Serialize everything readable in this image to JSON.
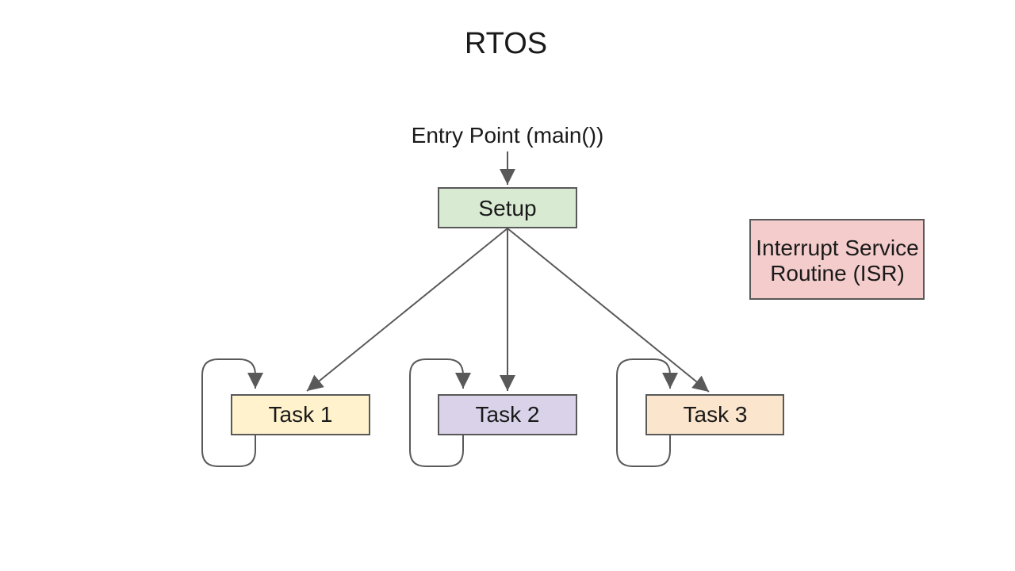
{
  "title": "RTOS",
  "colors": {
    "background": "#ffffff",
    "stroke": "#595959",
    "text": "#1a1a1a",
    "setup_fill": "#d9ead3",
    "task1_fill": "#fff2cc",
    "task2_fill": "#d9d2e9",
    "task3_fill": "#fce5cd",
    "isr_fill": "#f4cccc"
  },
  "diagram": {
    "entry_label": "Entry Point (main())",
    "setup_label": "Setup",
    "task1_label": "Task 1",
    "task2_label": "Task 2",
    "task3_label": "Task 3",
    "isr_label_line1": "Interrupt Service",
    "isr_label_line2": "Routine (ISR)"
  }
}
